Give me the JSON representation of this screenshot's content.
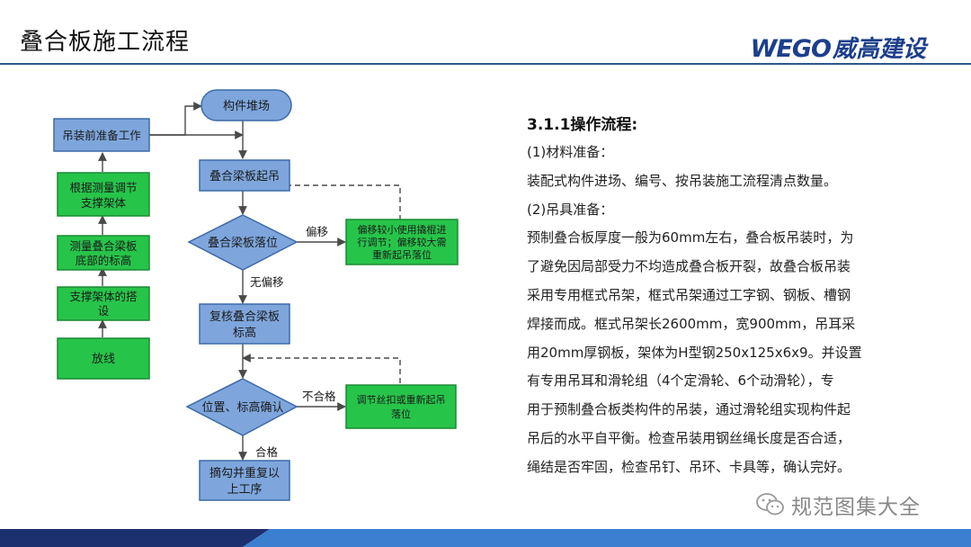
{
  "header": {
    "title": "叠合板施工流程",
    "logo_latin": "WEGO",
    "logo_cjk": "威高建设"
  },
  "flowchart": {
    "nodes": {
      "stock": "构件堆场",
      "prep": "吊装前准备工作",
      "lift": "叠合梁板起吊",
      "adjust_support": [
        "根据测量调节",
        "支撑架体"
      ],
      "measure": [
        "测量叠合梁板",
        "底部的标高"
      ],
      "erect": [
        "支撑架体的搭",
        "设"
      ],
      "setout": "放线",
      "place": "叠合梁板落位",
      "offset_fix": [
        "偏移较小使用撬棍进",
        "行调节；偏移较大需",
        "重新起吊落位"
      ],
      "recheck": [
        "复核叠合梁板",
        "标高"
      ],
      "confirm": "位置、标高确认",
      "nonconform_fix": [
        "调节丝扣或重新起吊",
        "落位"
      ],
      "release": [
        "摘勾并重复以",
        "上工序"
      ]
    },
    "edges": {
      "offset": "偏移",
      "no_offset": "无偏移",
      "nonconform": "不合格",
      "conform": "合格"
    },
    "colors": {
      "blue_fill": "#7ea6dc",
      "blue_stroke": "#3d6aaa",
      "green_fill": "#27c44a",
      "green_stroke": "#1a8a33",
      "arrow": "#4a4a4a"
    }
  },
  "content": {
    "heading": "3.1.1操作流程:",
    "lines": [
      "(1)材料准备：",
      "装配式构件进场、编号、按吊装施工流程清点数量。",
      "(2)吊具准备：",
      "预制叠合板厚度一般为60mm左右，叠合板吊装时，为",
      "了避免因局部受力不均造成叠合板开裂，故叠合板吊装",
      "采用专用框式吊架，框式吊架通过工字钢、钢板、槽钢",
      "焊接而成。框式吊架长2600mm，宽900mm，吊耳采",
      "用20mm厚钢板，架体为H型钢250x125x6x9。并设置",
      "有专用吊耳和滑轮组（4个定滑轮、6个动滑轮），专",
      "用于预制叠合板类构件的吊装，通过滑轮组实现构件起",
      "吊后的水平自平衡。检查吊装用钢丝绳长度是否合适，",
      "绳结是否牢固，检查吊钉、吊环、卡具等，确认完好。"
    ]
  },
  "watermark": {
    "text": "规范图集大全",
    "icon": "wechat-icon"
  },
  "footer": {
    "colors": [
      "#1c2f6e",
      "#3b7fd0"
    ]
  }
}
